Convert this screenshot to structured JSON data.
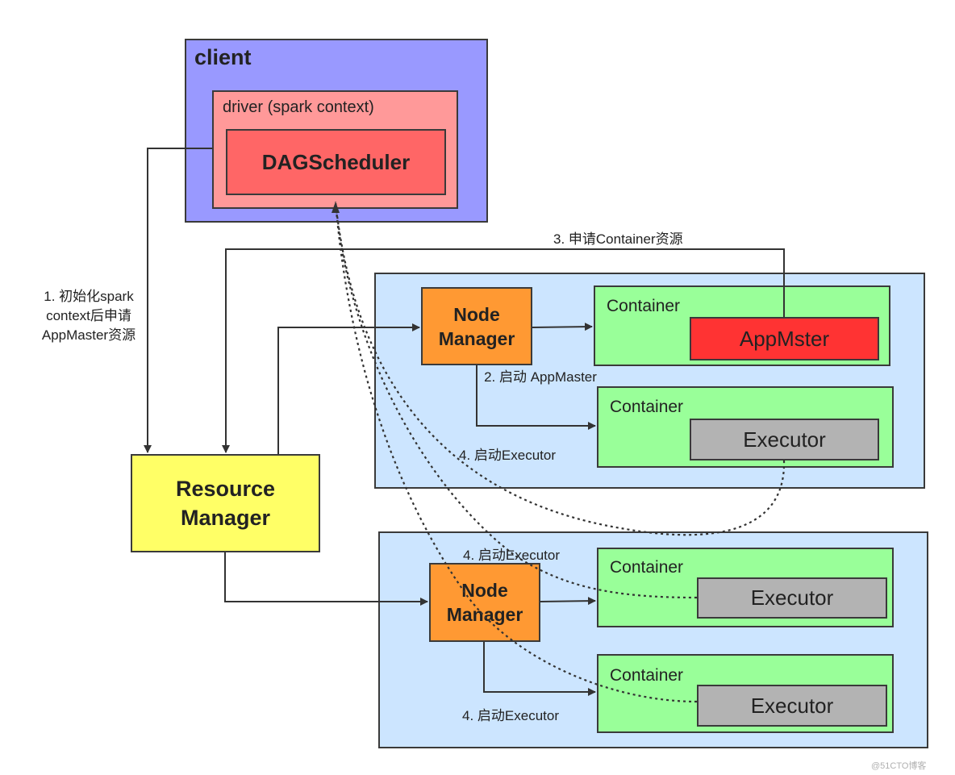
{
  "client": {
    "title": "client"
  },
  "driver": {
    "title": "driver (spark context)",
    "scheduler": "DAGScheduler"
  },
  "resource_manager": {
    "label_line1": "Resource",
    "label_line2": "Manager"
  },
  "node1": {
    "node_manager_line1": "Node",
    "node_manager_line2": "Manager",
    "container_a": {
      "title": "Container",
      "content": "AppMster"
    },
    "container_b": {
      "title": "Container",
      "content": "Executor"
    }
  },
  "node2": {
    "node_manager_line1": "Node",
    "node_manager_line2": "Manager",
    "container_a": {
      "title": "Container",
      "content": "Executor"
    },
    "container_b": {
      "title": "Container",
      "content": "Executor"
    }
  },
  "steps": {
    "step1": "1. 初始化spark context后申请 AppMaster资源",
    "step2": "2. 启动 AppMaster",
    "step3": "3. 申请Container资源",
    "step4a": "4. 启动Executor",
    "step4b": "4. 启动Executor",
    "step4c": "4. 启动Executor"
  },
  "watermark": "@51CTO博客",
  "colors": {
    "client": "#9999ff",
    "driver": "#ff9999",
    "scheduler": "#ff6666",
    "resource_manager": "#ffff66",
    "node_region": "#cce5ff",
    "node_manager": "#ff9933",
    "container": "#99ff99",
    "app_master": "#ff3333",
    "executor": "#b3b3b3"
  }
}
